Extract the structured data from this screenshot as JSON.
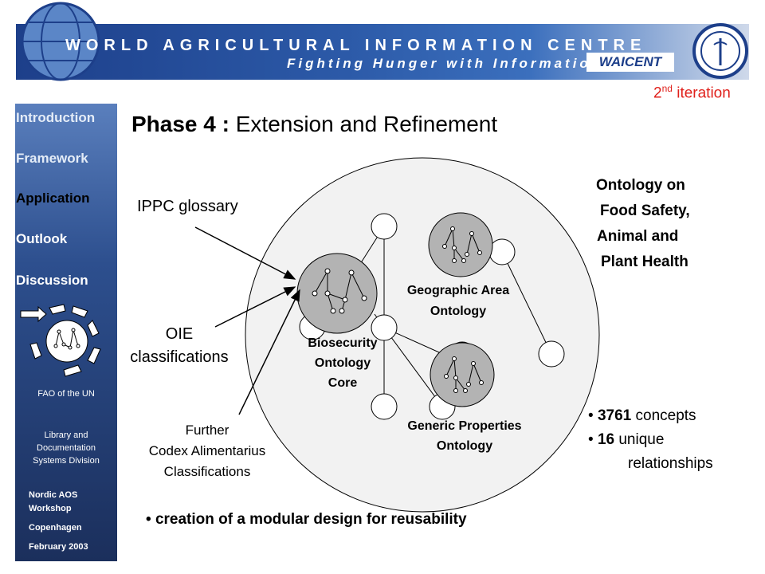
{
  "banner": {
    "line1": "WORLD AGRICULTURAL INFORMATION CENTRE",
    "line2": "Fighting Hunger with Information",
    "logo_text": "WAICENT",
    "icons": [
      "globe-icon",
      "fao-logo"
    ]
  },
  "iteration": {
    "number": "2",
    "suffix": "nd",
    "word": " iteration",
    "color": "#e0201b"
  },
  "nav": {
    "items": [
      {
        "label": "Introduction",
        "state": "dim"
      },
      {
        "label": "Framework",
        "state": "dim"
      },
      {
        "label": "Application",
        "state": "active"
      },
      {
        "label": "Outlook",
        "state": "normal"
      },
      {
        "label": "Discussion",
        "state": "normal"
      }
    ]
  },
  "sidebar_footer": {
    "org": "FAO of the UN",
    "division": [
      "Library and",
      "Documentation",
      "Systems Division"
    ],
    "event": [
      "Nordic AOS",
      "Workshop",
      "Copenhagen",
      "February 2003"
    ]
  },
  "slide": {
    "title_bold": "Phase 4 :",
    "title_rest": " Extension and Refinement"
  },
  "inputs": {
    "ippc": "IPPC glossary",
    "oie": [
      "OIE",
      "classifications"
    ],
    "codex": [
      "Further",
      "Codex Alimentarius",
      "Classifications"
    ]
  },
  "modules": {
    "core": [
      "Biosecurity",
      "Ontology",
      "Core"
    ],
    "geo": [
      "Geographic Area",
      "Ontology"
    ],
    "generic": [
      "Generic Properties",
      "Ontology"
    ]
  },
  "ontology_heading": [
    "Ontology on",
    "Food Safety,",
    "Animal and",
    "Plant Health"
  ],
  "stats": {
    "concepts_num": "3761",
    "concepts_text": " concepts",
    "relations_num": "16",
    "relations_text": " unique",
    "relations_line2": "relationships"
  },
  "footer_bullet": "creation of a modular design for reusability"
}
